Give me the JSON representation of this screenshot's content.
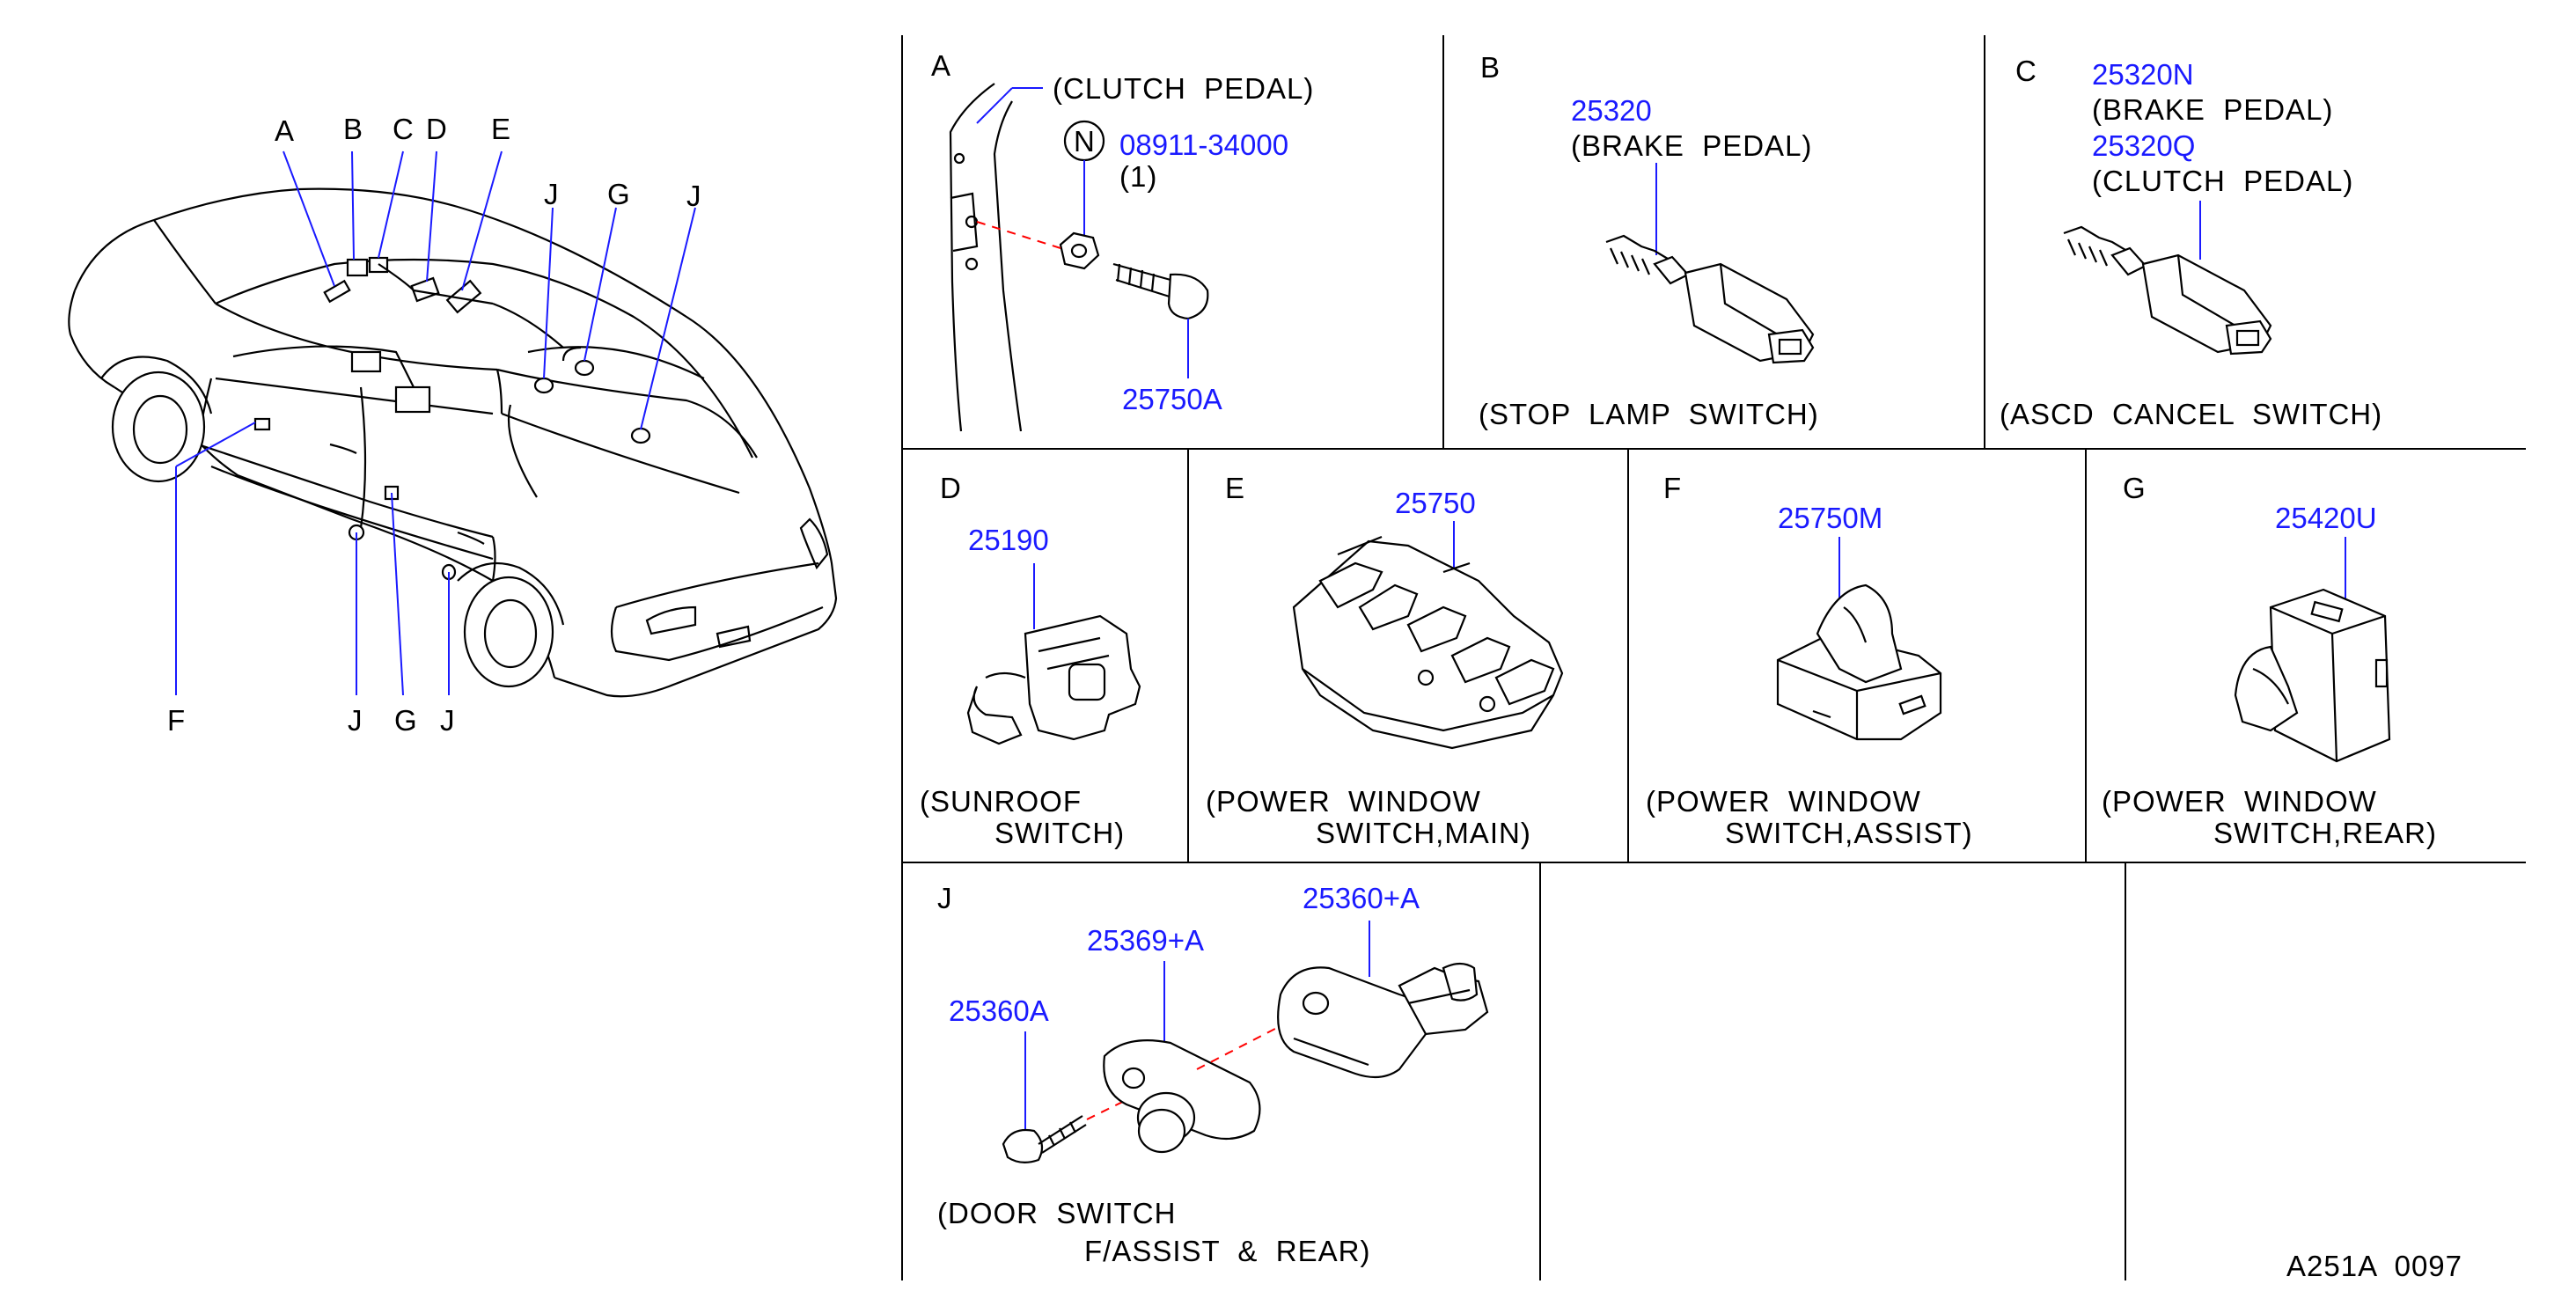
{
  "car_callouts": {
    "a": "A",
    "b": "B",
    "c": "C",
    "d": "D",
    "e": "E",
    "j_top1": "J",
    "g_top": "G",
    "j_top2": "J",
    "f_bottom": "F",
    "j_bottom1": "J",
    "g_bottom": "G",
    "j_bottom2": "J"
  },
  "panels": {
    "A": {
      "letter": "A",
      "desc": "(CLUTCH  PEDAL)",
      "nut_symbol": "N",
      "nut_part": "08911-34000",
      "nut_qty": "(1)",
      "bolt_part": "25750A"
    },
    "B": {
      "letter": "B",
      "part": "25320",
      "desc1": "(BRAKE  PEDAL)",
      "desc2": "(STOP  LAMP  SWITCH)"
    },
    "C": {
      "letter": "C",
      "part1": "25320N",
      "desc1": "(BRAKE  PEDAL)",
      "part2": "25320Q",
      "desc2": "(CLUTCH  PEDAL)",
      "desc3": "(ASCD  CANCEL  SWITCH)"
    },
    "D": {
      "letter": "D",
      "part": "25190",
      "desc1": "(SUNROOF",
      "desc2": "SWITCH)"
    },
    "E": {
      "letter": "E",
      "part": "25750",
      "desc1": "(POWER  WINDOW",
      "desc2": "SWITCH,MAIN)"
    },
    "F": {
      "letter": "F",
      "part": "25750M",
      "desc1": "(POWER  WINDOW",
      "desc2": "SWITCH,ASSIST)"
    },
    "G": {
      "letter": "G",
      "part": "25420U",
      "desc1": "(POWER  WINDOW",
      "desc2": "SWITCH,REAR)"
    },
    "J": {
      "letter": "J",
      "part1": "25360A",
      "part2": "25369+A",
      "part3": "25360+A",
      "desc1": "(DOOR  SWITCH",
      "desc2": "F/ASSIST  &  REAR)"
    }
  },
  "diagram_code": "A251A  0097",
  "colors": {
    "part_number": "#1a1aff",
    "guide_line": "#ff0000",
    "line": "#000000"
  }
}
